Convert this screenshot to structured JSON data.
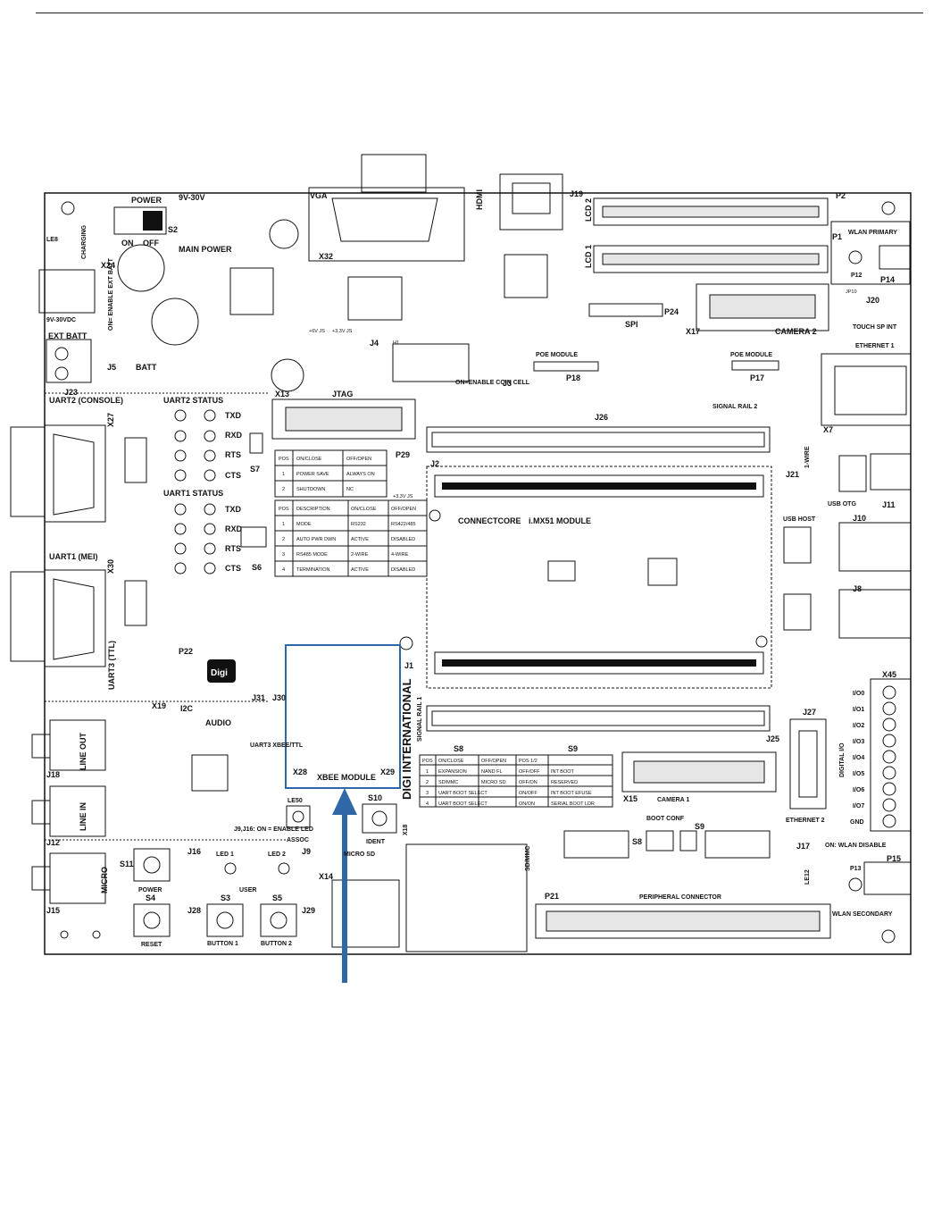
{
  "board": {
    "connectors_top": {
      "vga": "VGA",
      "x32": "X32",
      "hdmi": "HDMI",
      "j19": "J19",
      "lcd2": "LCD 2",
      "lcd1": "LCD 1",
      "p2": "P2",
      "p1": "P1",
      "wlan_primary": "WLAN PRIMARY",
      "p12": "P12",
      "p14": "P14",
      "spi": "SPI",
      "p24": "P24",
      "x17": "X17",
      "camera2": "CAMERA 2",
      "jp10": "JP10",
      "j20": "J20",
      "touch": "TOUCH SP INT"
    },
    "power": {
      "power": "POWER",
      "range": "9V-30V",
      "s2": "S2",
      "on": "ON",
      "off": "OFF",
      "main_power": "MAIN POWER",
      "charging": "CHARGING",
      "le8": "LE8",
      "x24": "X24",
      "enable_ext_batt": "ON= ENABLE EXT BATT",
      "vdc": "9V-30VDC",
      "ext_batt": "EXT BATT",
      "j23": "J23",
      "j5": "J5",
      "batt": "BATT",
      "js6v": "+6V JS",
      "js33": "+3,3V JS",
      "j4": "J4",
      "h1": "H1"
    },
    "uart": {
      "uart2": "UART2 (CONSOLE)",
      "uart2_status": "UART2 STATUS",
      "x27": "X27",
      "uart1_status": "UART1 STATUS",
      "uart1": "UART1 (MEI)",
      "x30": "X30",
      "txd": "TXD",
      "rxd": "RXD",
      "rts": "RTS",
      "cts": "CTS",
      "s7": "S7",
      "s6": "S6",
      "uart3": "UART3 (TTL)",
      "x19": "X19",
      "p22": "P22",
      "i2c": "I2C",
      "x13": "X13",
      "jtag": "JTAG"
    },
    "table_s7": {
      "headers": [
        "POS",
        "ON/CLOSE",
        "OFF/OPEN"
      ],
      "rows": [
        [
          "1",
          "POWER SAVE",
          "ALWAYS ON"
        ],
        [
          "2",
          "SHUTDOWN",
          "NC"
        ]
      ]
    },
    "table_s6": {
      "headers": [
        "POS",
        "DESCRIPTION",
        "ON/CLOSE",
        "OFF/OPEN"
      ],
      "rows": [
        [
          "1",
          "MODE",
          "RS232",
          "RS422/485"
        ],
        [
          "2",
          "AUTO PWR DWN",
          "ACTIVE",
          "DISABLED"
        ],
        [
          "3",
          "RS485 MODE",
          "2-WIRE",
          "4-WIRE"
        ],
        [
          "4",
          "TERMINATION",
          "ACTIVE",
          "DISABLED"
        ]
      ]
    },
    "mid": {
      "coin_cell": "ON=ENABLE COIN CELL",
      "j3": "J3",
      "poe_module": "POE MODULE",
      "p18": "P18",
      "p17": "P17",
      "j26": "J26",
      "signal_rail_2": "SIGNAL RAIL 2",
      "p29": "P29",
      "j2": "J2",
      "js33b": "+3,3V JS",
      "connectcore": "CONNECTCORE",
      "module": "i.MX51 MODULE",
      "j1": "J1",
      "signal_rail_1": "SIGNAL RAIL 1",
      "j25": "J25",
      "digi_international": "DIGI INTERNATIONAL",
      "digi": "Digi",
      "xbee_module": "XBEE MODULE",
      "x28": "X28",
      "x29": "X29",
      "j31": "J31",
      "j30": "J30",
      "uart3_xbee": "UART3 XBEE/TTL",
      "audio": "AUDIO"
    },
    "table_s8": {
      "title": "S8",
      "headers": [
        "POS",
        "ON/CLOSE",
        "OFF/OPEN"
      ],
      "rows": [
        [
          "1",
          "EXPANSION",
          "NAND FL"
        ],
        [
          "2",
          "SD/MMC",
          "MICRO SD"
        ],
        [
          "3",
          "UART BOOT SELECT",
          ""
        ],
        [
          "4",
          "UART BOOT SELECT",
          ""
        ]
      ]
    },
    "table_s9": {
      "title": "S9",
      "headers": [
        "POS 1/2",
        ""
      ],
      "rows": [
        [
          "OFF/OFF",
          "INT BOOT"
        ],
        [
          "OFF/ON",
          "RESERVED"
        ],
        [
          "ON/OFF",
          "INT BOOT EFUSE"
        ],
        [
          "ON/ON",
          "SERIAL BOOT LDR"
        ]
      ]
    },
    "right": {
      "ethernet1": "ETHERNET 1",
      "x7": "X7",
      "one_wire": "1-WIRE",
      "j21": "J21",
      "usb_otg": "USB OTG",
      "j11": "J11",
      "usb_host": "USB HOST",
      "j10": "J10",
      "j8": "J8",
      "x45": "X45",
      "io": [
        "I/O0",
        "I/O1",
        "I/O2",
        "I/O3",
        "I/O4",
        "I/O5",
        "I/O6",
        "I/O7",
        "GND"
      ],
      "digital_io": "DIGITAL I/O",
      "j27": "J27",
      "ethernet2": "ETHERNET 2",
      "j17": "J17",
      "wlan_disable": "ON: WLAN DISABLE",
      "le12": "LE12",
      "p13": "P13",
      "p15": "P15",
      "wlan_secondary": "WLAN SECONDARY"
    },
    "bottom": {
      "x15": "X15",
      "camera1": "CAMERA 1",
      "boot_conf": "BOOT CONF",
      "s8": "S8",
      "s9": "S9",
      "p21": "P21",
      "peripheral_connector": "PERIPHERAL CONNECTOR",
      "x18": "X18",
      "sdmmc": "SD/MMC",
      "micro_sd": "MICRO SD",
      "x14": "X14",
      "le50": "LE50",
      "assoc": "ASSOC",
      "s10": "S10",
      "ident": "IDENT",
      "line_out": "LINE OUT",
      "j18": "J18",
      "line_in": "LINE IN",
      "j12": "J12",
      "micro": "MICRO",
      "j15": "J15",
      "s11": "S11",
      "power": "POWER",
      "s4": "S4",
      "reset": "RESET",
      "j16": "J16",
      "led1": "LED 1",
      "led2": "LED 2",
      "j9": "J9",
      "j28": "J28",
      "j29": "J29",
      "user": "USER",
      "s3": "S3",
      "s5": "S5",
      "button1": "BUTTON 1",
      "button2": "BUTTON 2",
      "j9j16": "J9,J16: ON = ENABLE LED"
    }
  },
  "colors": {
    "highlight": "#2f67a7",
    "ink": "#111111"
  }
}
